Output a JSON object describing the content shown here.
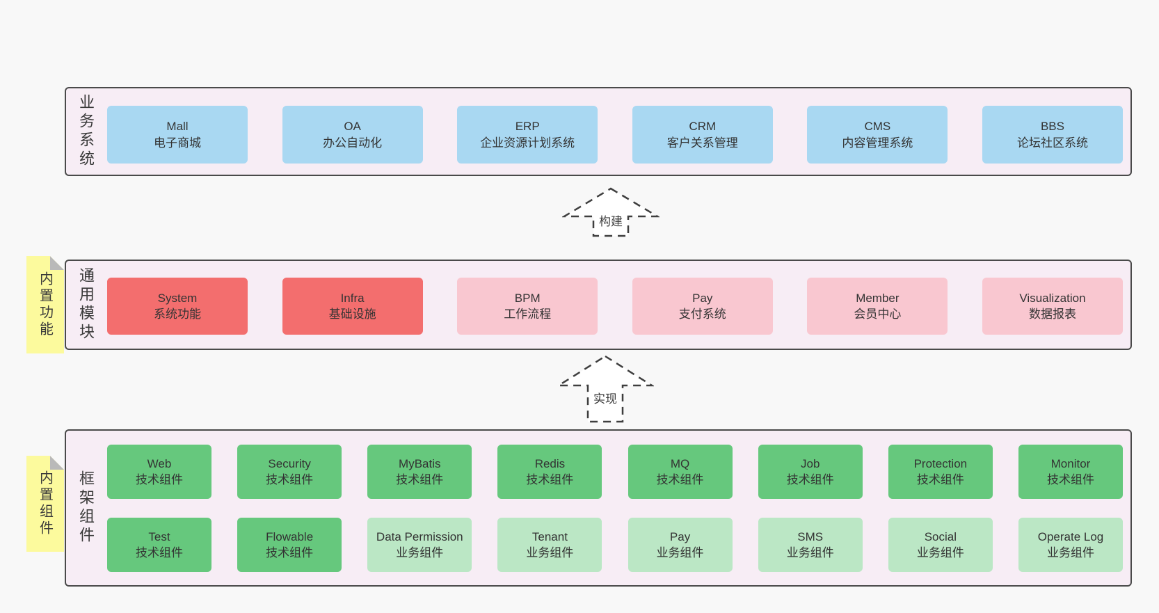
{
  "colors": {
    "page_bg": "#f8f8f8",
    "panel_bg": "#f7edf5",
    "panel_border": "#4a4a4a",
    "blue": "#a9d8f2",
    "red": "#f36e6e",
    "pink": "#f9c7d0",
    "green_dark": "#66c87d",
    "green_light": "#bbe7c5",
    "sticky_yellow": "#fcfa9d",
    "sticky_fold": "#b9b9b9",
    "text": "#333333"
  },
  "layers": {
    "business": {
      "label": "业务系统",
      "boxes": [
        {
          "title": "Mall",
          "subtitle": "电子商城"
        },
        {
          "title": "OA",
          "subtitle": "办公自动化"
        },
        {
          "title": "ERP",
          "subtitle": "企业资源计划系统"
        },
        {
          "title": "CRM",
          "subtitle": "客户关系管理"
        },
        {
          "title": "CMS",
          "subtitle": "内容管理系统"
        },
        {
          "title": "BBS",
          "subtitle": "论坛社区系统"
        }
      ]
    },
    "modules": {
      "label": "通用模块",
      "sticky": "内置功能",
      "boxes": [
        {
          "title": "System",
          "subtitle": "系统功能"
        },
        {
          "title": "Infra",
          "subtitle": "基础设施"
        },
        {
          "title": "BPM",
          "subtitle": "工作流程"
        },
        {
          "title": "Pay",
          "subtitle": "支付系统"
        },
        {
          "title": "Member",
          "subtitle": "会员中心"
        },
        {
          "title": "Visualization",
          "subtitle": "数据报表"
        }
      ]
    },
    "components": {
      "label": "框架组件",
      "sticky": "内置组件",
      "row1": [
        {
          "title": "Web",
          "subtitle": "技术组件"
        },
        {
          "title": "Security",
          "subtitle": "技术组件"
        },
        {
          "title": "MyBatis",
          "subtitle": "技术组件"
        },
        {
          "title": "Redis",
          "subtitle": "技术组件"
        },
        {
          "title": "MQ",
          "subtitle": "技术组件"
        },
        {
          "title": "Job",
          "subtitle": "技术组件"
        },
        {
          "title": "Protection",
          "subtitle": "技术组件"
        },
        {
          "title": "Monitor",
          "subtitle": "技术组件"
        }
      ],
      "row2": [
        {
          "title": "Test",
          "subtitle": "技术组件"
        },
        {
          "title": "Flowable",
          "subtitle": "技术组件"
        },
        {
          "title": "Data Permission",
          "subtitle": "业务组件"
        },
        {
          "title": "Tenant",
          "subtitle": "业务组件"
        },
        {
          "title": "Pay",
          "subtitle": "业务组件"
        },
        {
          "title": "SMS",
          "subtitle": "业务组件"
        },
        {
          "title": "Social",
          "subtitle": "业务组件"
        },
        {
          "title": "Operate Log",
          "subtitle": "业务组件"
        }
      ]
    }
  },
  "arrows": {
    "build": {
      "label": "构建"
    },
    "implement": {
      "label": "实现"
    }
  }
}
